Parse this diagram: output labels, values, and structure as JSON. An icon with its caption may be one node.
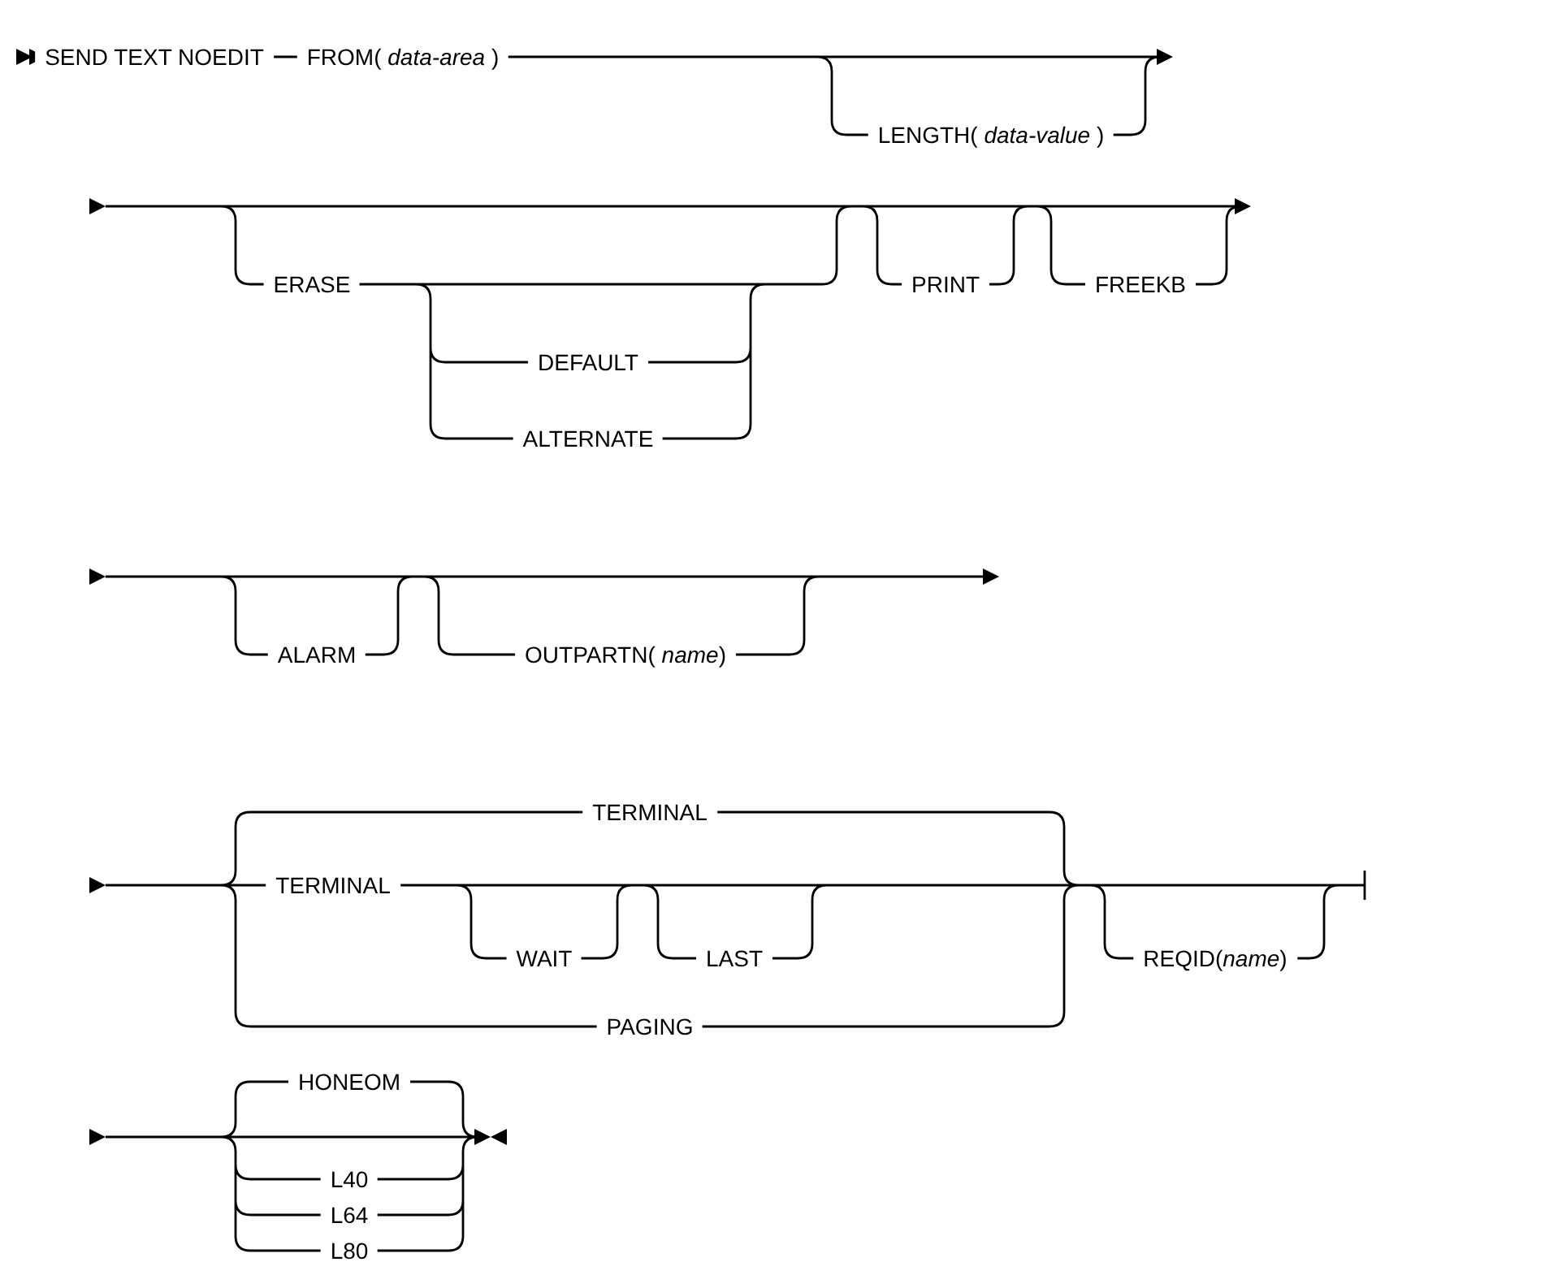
{
  "diagram": {
    "labels": [
      "SEND TEXT NOEDIT",
      "FROM( *data-area* )",
      "LENGTH( *data-value* )",
      "ERASE",
      "PRINT",
      "FREEKB",
      "DEFAULT",
      "ALTERNATE",
      "ALARM",
      "OUTPARTN( *name*)",
      "TERMINAL",
      "TERMINAL",
      "WAIT",
      "LAST",
      "REQID(*name*)",
      "PAGING",
      "HONEOM",
      "L40",
      "L64",
      "L80"
    ]
  }
}
